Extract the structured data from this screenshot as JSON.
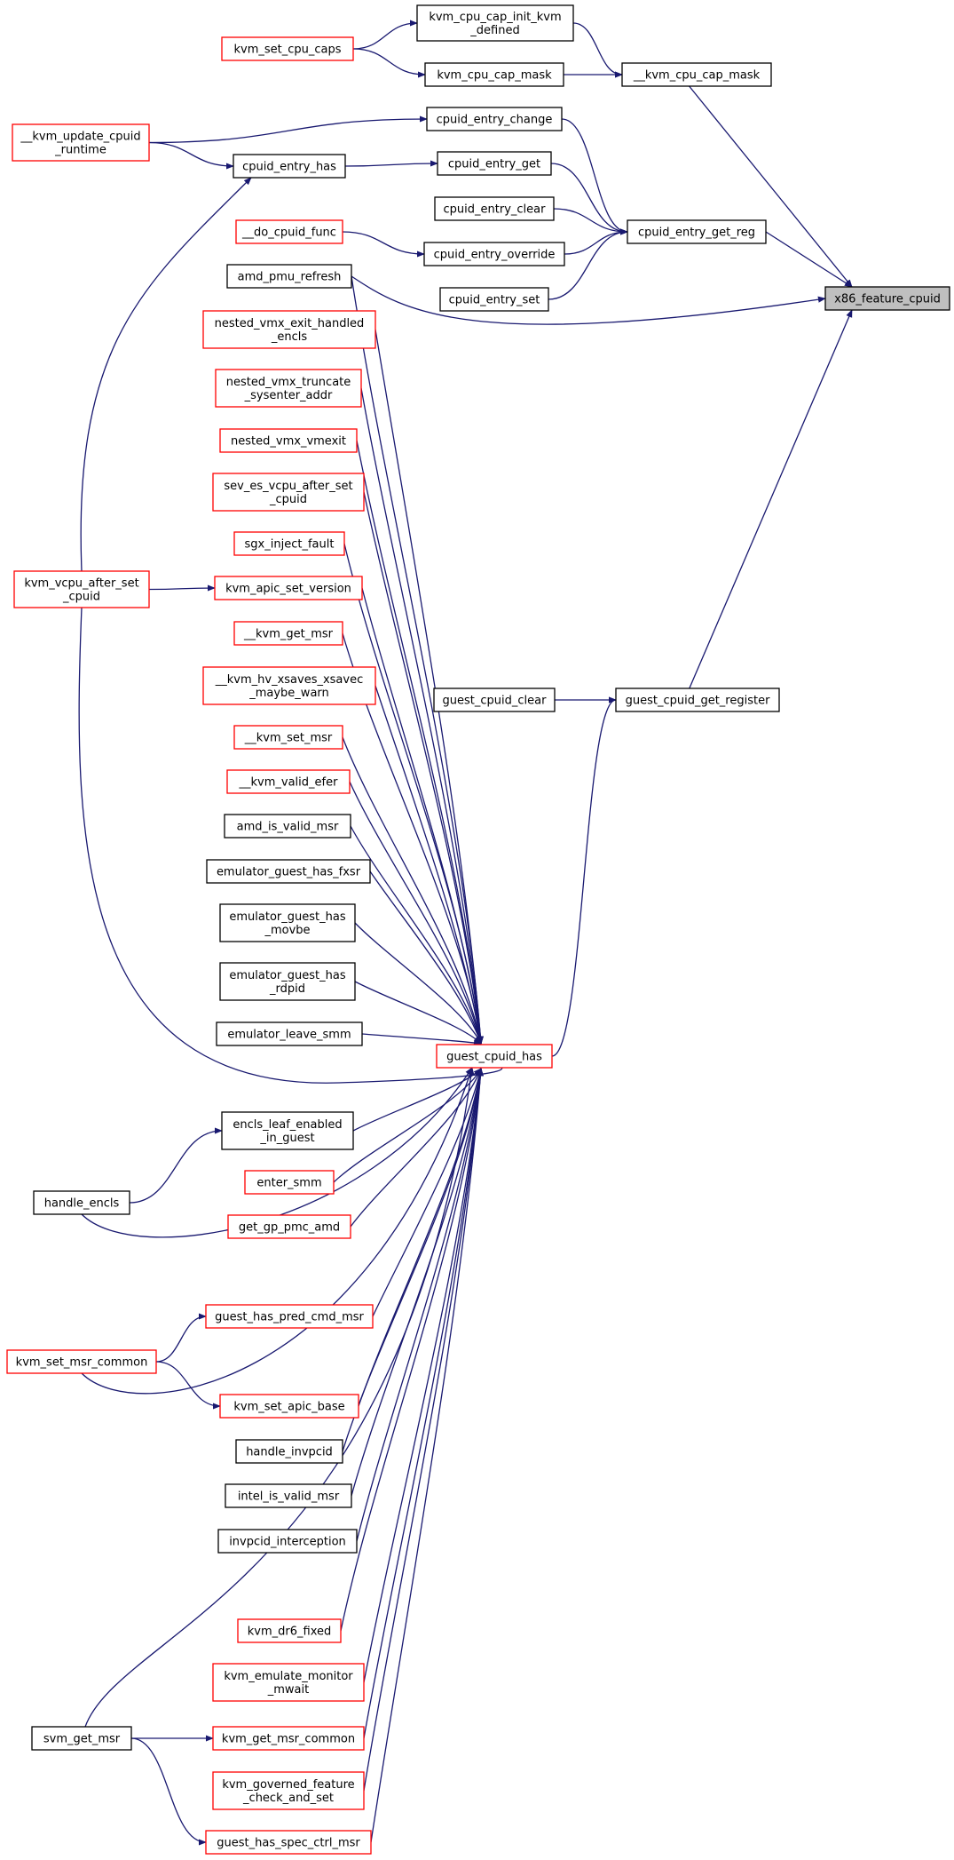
{
  "colors": {
    "edge": "#191970",
    "normal_border": "#000000",
    "truncated_border": "#ff0000",
    "root_fill": "#bfbfbf",
    "node_fill": "#ffffff"
  },
  "root": "x86_feature_cpuid",
  "nodes": [
    {
      "id": "x86_feature_cpuid",
      "lines": [
        "x86_feature_cpuid"
      ],
      "style": "root"
    },
    {
      "id": "__kvm_cpu_cap_mask",
      "lines": [
        "__kvm_cpu_cap_mask"
      ],
      "style": "normal"
    },
    {
      "id": "kvm_cpu_cap_init_kvm_defined",
      "lines": [
        "kvm_cpu_cap_init_kvm",
        "_defined"
      ],
      "style": "normal"
    },
    {
      "id": "kvm_cpu_cap_mask",
      "lines": [
        "kvm_cpu_cap_mask"
      ],
      "style": "normal"
    },
    {
      "id": "kvm_set_cpu_caps",
      "lines": [
        "kvm_set_cpu_caps"
      ],
      "style": "truncated"
    },
    {
      "id": "cpuid_entry_get_reg",
      "lines": [
        "cpuid_entry_get_reg"
      ],
      "style": "normal"
    },
    {
      "id": "cpuid_entry_change",
      "lines": [
        "cpuid_entry_change"
      ],
      "style": "normal"
    },
    {
      "id": "cpuid_entry_get",
      "lines": [
        "cpuid_entry_get"
      ],
      "style": "normal"
    },
    {
      "id": "cpuid_entry_clear",
      "lines": [
        "cpuid_entry_clear"
      ],
      "style": "normal"
    },
    {
      "id": "cpuid_entry_override",
      "lines": [
        "cpuid_entry_override"
      ],
      "style": "normal"
    },
    {
      "id": "cpuid_entry_set",
      "lines": [
        "cpuid_entry_set"
      ],
      "style": "normal"
    },
    {
      "id": "cpuid_entry_has",
      "lines": [
        "cpuid_entry_has"
      ],
      "style": "normal"
    },
    {
      "id": "__kvm_update_cpuid_runtime",
      "lines": [
        "__kvm_update_cpuid",
        "_runtime"
      ],
      "style": "truncated"
    },
    {
      "id": "__do_cpuid_func",
      "lines": [
        "__do_cpuid_func"
      ],
      "style": "truncated"
    },
    {
      "id": "amd_pmu_refresh",
      "lines": [
        "amd_pmu_refresh"
      ],
      "style": "normal"
    },
    {
      "id": "guest_cpuid_get_register",
      "lines": [
        "guest_cpuid_get_register"
      ],
      "style": "normal"
    },
    {
      "id": "guest_cpuid_clear",
      "lines": [
        "guest_cpuid_clear"
      ],
      "style": "normal"
    },
    {
      "id": "guest_cpuid_has",
      "lines": [
        "guest_cpuid_has"
      ],
      "style": "truncated"
    },
    {
      "id": "nested_vmx_exit_handled_encls",
      "lines": [
        "nested_vmx_exit_handled",
        "_encls"
      ],
      "style": "truncated"
    },
    {
      "id": "nested_vmx_truncate_sysenter_addr",
      "lines": [
        "nested_vmx_truncate",
        "_sysenter_addr"
      ],
      "style": "truncated"
    },
    {
      "id": "nested_vmx_vmexit",
      "lines": [
        "nested_vmx_vmexit"
      ],
      "style": "truncated"
    },
    {
      "id": "sev_es_vcpu_after_set_cpuid",
      "lines": [
        "sev_es_vcpu_after_set",
        "_cpuid"
      ],
      "style": "truncated"
    },
    {
      "id": "sgx_inject_fault",
      "lines": [
        "sgx_inject_fault"
      ],
      "style": "truncated"
    },
    {
      "id": "kvm_apic_set_version",
      "lines": [
        "kvm_apic_set_version"
      ],
      "style": "truncated"
    },
    {
      "id": "kvm_vcpu_after_set_cpuid",
      "lines": [
        "kvm_vcpu_after_set",
        "_cpuid"
      ],
      "style": "truncated"
    },
    {
      "id": "__kvm_get_msr",
      "lines": [
        "__kvm_get_msr"
      ],
      "style": "truncated"
    },
    {
      "id": "__kvm_hv_xsaves_xsavec_maybe_warn",
      "lines": [
        "__kvm_hv_xsaves_xsavec",
        "_maybe_warn"
      ],
      "style": "truncated"
    },
    {
      "id": "__kvm_set_msr",
      "lines": [
        "__kvm_set_msr"
      ],
      "style": "truncated"
    },
    {
      "id": "__kvm_valid_efer",
      "lines": [
        "__kvm_valid_efer"
      ],
      "style": "truncated"
    },
    {
      "id": "amd_is_valid_msr",
      "lines": [
        "amd_is_valid_msr"
      ],
      "style": "normal"
    },
    {
      "id": "emulator_guest_has_fxsr",
      "lines": [
        "emulator_guest_has_fxsr"
      ],
      "style": "normal"
    },
    {
      "id": "emulator_guest_has_movbe",
      "lines": [
        "emulator_guest_has",
        "_movbe"
      ],
      "style": "normal"
    },
    {
      "id": "emulator_guest_has_rdpid",
      "lines": [
        "emulator_guest_has",
        "_rdpid"
      ],
      "style": "normal"
    },
    {
      "id": "emulator_leave_smm",
      "lines": [
        "emulator_leave_smm"
      ],
      "style": "normal"
    },
    {
      "id": "encls_leaf_enabled_in_guest",
      "lines": [
        "encls_leaf_enabled",
        "_in_guest"
      ],
      "style": "normal"
    },
    {
      "id": "handle_encls",
      "lines": [
        "handle_encls"
      ],
      "style": "normal"
    },
    {
      "id": "enter_smm",
      "lines": [
        "enter_smm"
      ],
      "style": "truncated"
    },
    {
      "id": "get_gp_pmc_amd",
      "lines": [
        "get_gp_pmc_amd"
      ],
      "style": "truncated"
    },
    {
      "id": "guest_has_pred_cmd_msr",
      "lines": [
        "guest_has_pred_cmd_msr"
      ],
      "style": "truncated"
    },
    {
      "id": "kvm_set_msr_common",
      "lines": [
        "kvm_set_msr_common"
      ],
      "style": "truncated"
    },
    {
      "id": "kvm_set_apic_base",
      "lines": [
        "kvm_set_apic_base"
      ],
      "style": "truncated"
    },
    {
      "id": "handle_invpcid",
      "lines": [
        "handle_invpcid"
      ],
      "style": "normal"
    },
    {
      "id": "intel_is_valid_msr",
      "lines": [
        "intel_is_valid_msr"
      ],
      "style": "normal"
    },
    {
      "id": "invpcid_interception",
      "lines": [
        "invpcid_interception"
      ],
      "style": "normal"
    },
    {
      "id": "kvm_dr6_fixed",
      "lines": [
        "kvm_dr6_fixed"
      ],
      "style": "truncated"
    },
    {
      "id": "kvm_emulate_monitor_mwait",
      "lines": [
        "kvm_emulate_monitor",
        "_mwait"
      ],
      "style": "truncated"
    },
    {
      "id": "kvm_get_msr_common",
      "lines": [
        "kvm_get_msr_common"
      ],
      "style": "truncated"
    },
    {
      "id": "svm_get_msr",
      "lines": [
        "svm_get_msr"
      ],
      "style": "normal"
    },
    {
      "id": "kvm_governed_feature_check_and_set",
      "lines": [
        "kvm_governed_feature",
        "_check_and_set"
      ],
      "style": "truncated"
    },
    {
      "id": "guest_has_spec_ctrl_msr",
      "lines": [
        "guest_has_spec_ctrl_msr"
      ],
      "style": "truncated"
    }
  ],
  "edges": [
    {
      "from": "kvm_cpu_cap_init_kvm_defined",
      "to": "__kvm_cpu_cap_mask"
    },
    {
      "from": "kvm_cpu_cap_mask",
      "to": "__kvm_cpu_cap_mask"
    },
    {
      "from": "kvm_set_cpu_caps",
      "to": "kvm_cpu_cap_init_kvm_defined"
    },
    {
      "from": "kvm_set_cpu_caps",
      "to": "kvm_cpu_cap_mask"
    },
    {
      "from": "__kvm_cpu_cap_mask",
      "to": "x86_feature_cpuid"
    },
    {
      "from": "cpuid_entry_get_reg",
      "to": "x86_feature_cpuid"
    },
    {
      "from": "cpuid_entry_change",
      "to": "cpuid_entry_get_reg"
    },
    {
      "from": "cpuid_entry_get",
      "to": "cpuid_entry_get_reg"
    },
    {
      "from": "cpuid_entry_clear",
      "to": "cpuid_entry_get_reg"
    },
    {
      "from": "cpuid_entry_override",
      "to": "cpuid_entry_get_reg"
    },
    {
      "from": "cpuid_entry_set",
      "to": "cpuid_entry_get_reg"
    },
    {
      "from": "__kvm_update_cpuid_runtime",
      "to": "cpuid_entry_change"
    },
    {
      "from": "__kvm_update_cpuid_runtime",
      "to": "cpuid_entry_has"
    },
    {
      "from": "cpuid_entry_has",
      "to": "cpuid_entry_get"
    },
    {
      "from": "__do_cpuid_func",
      "to": "cpuid_entry_override"
    },
    {
      "from": "amd_pmu_refresh",
      "to": "x86_feature_cpuid"
    },
    {
      "from": "guest_cpuid_get_register",
      "to": "x86_feature_cpuid"
    },
    {
      "from": "guest_cpuid_clear",
      "to": "guest_cpuid_get_register"
    },
    {
      "from": "guest_cpuid_has",
      "to": "guest_cpuid_get_register"
    },
    {
      "from": "kvm_vcpu_after_set_cpuid",
      "to": "cpuid_entry_has"
    },
    {
      "from": "kvm_vcpu_after_set_cpuid",
      "to": "kvm_apic_set_version"
    },
    {
      "from": "kvm_vcpu_after_set_cpuid",
      "to": "guest_cpuid_has"
    },
    {
      "from": "amd_pmu_refresh",
      "to": "guest_cpuid_has"
    },
    {
      "from": "nested_vmx_exit_handled_encls",
      "to": "guest_cpuid_has"
    },
    {
      "from": "nested_vmx_truncate_sysenter_addr",
      "to": "guest_cpuid_has"
    },
    {
      "from": "nested_vmx_vmexit",
      "to": "guest_cpuid_has"
    },
    {
      "from": "sev_es_vcpu_after_set_cpuid",
      "to": "guest_cpuid_has"
    },
    {
      "from": "sgx_inject_fault",
      "to": "guest_cpuid_has"
    },
    {
      "from": "kvm_apic_set_version",
      "to": "guest_cpuid_has"
    },
    {
      "from": "__kvm_get_msr",
      "to": "guest_cpuid_has"
    },
    {
      "from": "__kvm_hv_xsaves_xsavec_maybe_warn",
      "to": "guest_cpuid_has"
    },
    {
      "from": "__kvm_set_msr",
      "to": "guest_cpuid_has"
    },
    {
      "from": "__kvm_valid_efer",
      "to": "guest_cpuid_has"
    },
    {
      "from": "amd_is_valid_msr",
      "to": "guest_cpuid_has"
    },
    {
      "from": "emulator_guest_has_fxsr",
      "to": "guest_cpuid_has"
    },
    {
      "from": "emulator_guest_has_movbe",
      "to": "guest_cpuid_has"
    },
    {
      "from": "emulator_guest_has_rdpid",
      "to": "guest_cpuid_has"
    },
    {
      "from": "emulator_leave_smm",
      "to": "guest_cpuid_has"
    },
    {
      "from": "encls_leaf_enabled_in_guest",
      "to": "guest_cpuid_has"
    },
    {
      "from": "handle_encls",
      "to": "encls_leaf_enabled_in_guest"
    },
    {
      "from": "handle_encls",
      "to": "guest_cpuid_has"
    },
    {
      "from": "enter_smm",
      "to": "guest_cpuid_has"
    },
    {
      "from": "get_gp_pmc_amd",
      "to": "guest_cpuid_has"
    },
    {
      "from": "guest_has_pred_cmd_msr",
      "to": "guest_cpuid_has"
    },
    {
      "from": "kvm_set_msr_common",
      "to": "guest_has_pred_cmd_msr"
    },
    {
      "from": "kvm_set_msr_common",
      "to": "guest_cpuid_has"
    },
    {
      "from": "kvm_set_msr_common",
      "to": "kvm_set_apic_base"
    },
    {
      "from": "kvm_set_apic_base",
      "to": "guest_cpuid_has"
    },
    {
      "from": "handle_invpcid",
      "to": "guest_cpuid_has"
    },
    {
      "from": "intel_is_valid_msr",
      "to": "guest_cpuid_has"
    },
    {
      "from": "invpcid_interception",
      "to": "guest_cpuid_has"
    },
    {
      "from": "svm_get_msr",
      "to": "guest_cpuid_has"
    },
    {
      "from": "kvm_dr6_fixed",
      "to": "guest_cpuid_has"
    },
    {
      "from": "kvm_emulate_monitor_mwait",
      "to": "guest_cpuid_has"
    },
    {
      "from": "kvm_get_msr_common",
      "to": "guest_cpuid_has"
    },
    {
      "from": "svm_get_msr",
      "to": "kvm_get_msr_common"
    },
    {
      "from": "svm_get_msr",
      "to": "guest_has_spec_ctrl_msr"
    },
    {
      "from": "kvm_governed_feature_check_and_set",
      "to": "guest_cpuid_has"
    },
    {
      "from": "guest_has_spec_ctrl_msr",
      "to": "guest_cpuid_has"
    }
  ]
}
